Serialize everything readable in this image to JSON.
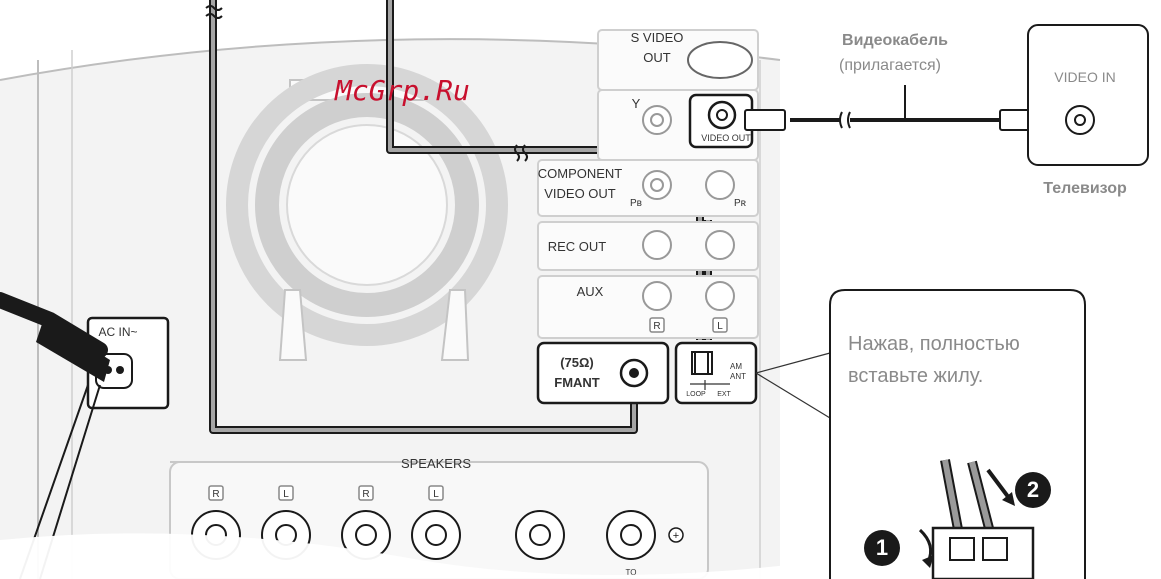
{
  "watermark": "McGrp.Ru",
  "labels": {
    "s_video_out_line1": "S VIDEO",
    "s_video_out_line2": "OUT",
    "y": "Y",
    "video_out": "VIDEO OUT",
    "component_line1": "COMPONENT",
    "component_line2": "VIDEO OUT",
    "pb": "Pʙ",
    "pr": "Pʀ",
    "rec_out": "REC OUT",
    "aux": "AUX",
    "r": "R",
    "l": "L",
    "fm_line1": "(75Ω)",
    "fm_line2": "FMANT",
    "am_line1": "AM",
    "am_line2": "ANT",
    "loop": "LOOP",
    "ext": "EXT",
    "ac_in": "AC IN~",
    "speakers": "SPEAKERS",
    "to": "TO",
    "plus": "+"
  },
  "cable": {
    "title": "Видеокабель",
    "subtitle": "(прилагается)"
  },
  "tv": {
    "input_label": "VIDEO IN",
    "caption": "Телевизор"
  },
  "callout": {
    "line1": "Нажав, полностью",
    "line2": "вставьте жилу.",
    "step1": "1",
    "step2": "2"
  },
  "colors": {
    "accent_text": "#8a8a8a",
    "outline": "#1a1a1a",
    "cable_gray": "#9a9a9a",
    "watermark": "#c8102e"
  }
}
